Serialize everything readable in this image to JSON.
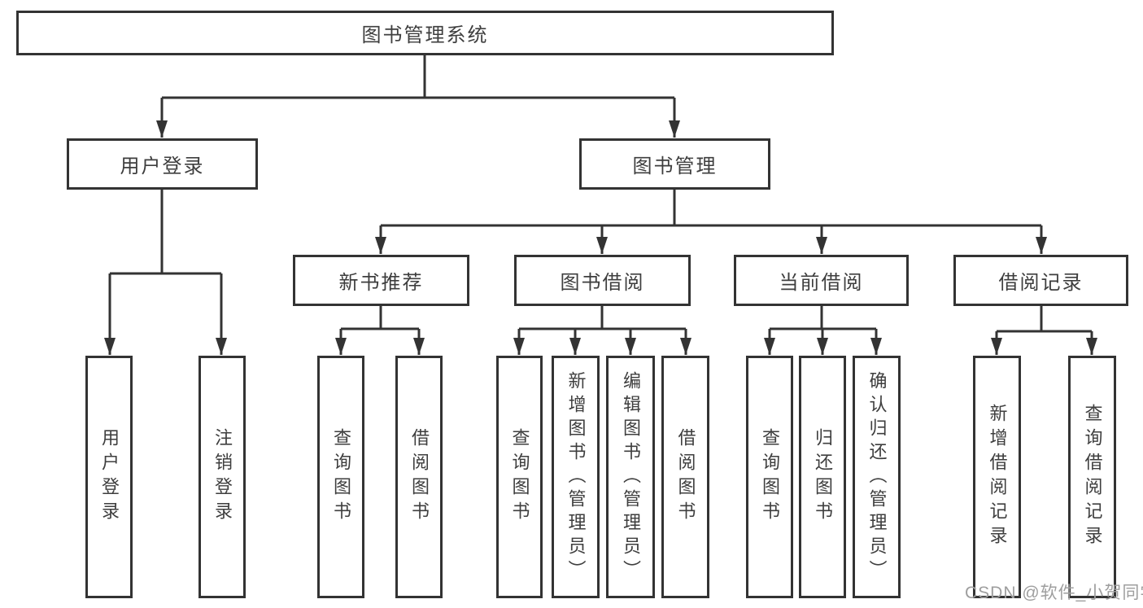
{
  "diagram": {
    "root": "图书管理系统",
    "branches": [
      {
        "label": "用户登录",
        "children": [
          "用户登录",
          "注销登录"
        ]
      },
      {
        "label": "图书管理",
        "groups": [
          {
            "label": "新书推荐",
            "children": [
              "查询图书",
              "借阅图书"
            ]
          },
          {
            "label": "图书借阅",
            "children": [
              "查询图书",
              "新增图书（管理员）",
              "编辑图书（管理员）",
              "借阅图书"
            ]
          },
          {
            "label": "当前借阅",
            "children": [
              "查询图书",
              "归还图书",
              "确认归还（管理员）"
            ]
          },
          {
            "label": "借阅记录",
            "children": [
              "新增借阅记录",
              "查询借阅记录"
            ]
          }
        ]
      }
    ],
    "line_color": "#333333"
  },
  "watermark": "CSDN @软件_小贺同学"
}
